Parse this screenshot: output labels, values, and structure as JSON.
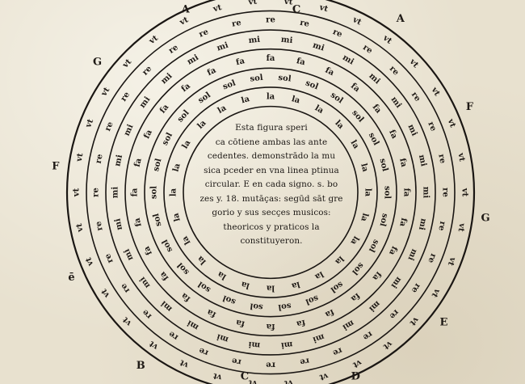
{
  "center_text": {
    "lines": [
      "Esta figura speri",
      "ca cōtiene ambas las ante",
      "cedentes. demonstrādo la mu",
      "sica pceder en vna linea ptinua",
      "circular. E en cada signo. s. bo",
      "zes y. 18. mutāças: segūd sāt gre",
      "gorio y sus secçes musicos:",
      "theoricos y praticos la",
      "constituyeron."
    ]
  },
  "rings": [
    {
      "name": "ring-innermost",
      "syllables": [
        "la",
        "la",
        "la",
        "la",
        "la",
        "la",
        "la",
        "la",
        "la",
        "la",
        "la",
        "la",
        "la",
        "la",
        "la",
        "la",
        "la",
        "la",
        "la",
        "la",
        "la",
        "la",
        "la",
        "la"
      ]
    },
    {
      "name": "ring-2",
      "syllables": [
        "sol",
        "sol",
        "sol",
        "sol",
        "sol",
        "sol",
        "sol",
        "sol",
        "sol",
        "sol",
        "sol",
        "sol",
        "sol",
        "sol",
        "sol",
        "sol",
        "sol",
        "sol",
        "sol",
        "sol",
        "sol",
        "sol",
        "sol",
        "sol",
        "sol",
        "sol"
      ]
    },
    {
      "name": "ring-3",
      "syllables": [
        "fa",
        "fa",
        "fa",
        "fa",
        "fa",
        "fa",
        "fa",
        "fa",
        "fa",
        "fa",
        "fa",
        "fa",
        "fa",
        "fa",
        "fa",
        "fa",
        "fa",
        "fa",
        "fa",
        "fa",
        "fa",
        "fa",
        "fa",
        "fa",
        "fa",
        "fa",
        "fa",
        "fa"
      ]
    },
    {
      "name": "ring-4",
      "syllables": [
        "mi",
        "mi",
        "mi",
        "mi",
        "mi",
        "mi",
        "mi",
        "mi",
        "mi",
        "mi",
        "mi",
        "mi",
        "mi",
        "mi",
        "mi",
        "mi",
        "mi",
        "mi",
        "mi",
        "mi",
        "mi",
        "mi",
        "mi",
        "mi",
        "mi",
        "mi",
        "mi",
        "mi",
        "mi",
        "mi"
      ]
    },
    {
      "name": "ring-5",
      "syllables": [
        "re",
        "re",
        "re",
        "re",
        "re",
        "re",
        "re",
        "re",
        "re",
        "re",
        "re",
        "re",
        "re",
        "re",
        "re",
        "re",
        "re",
        "re",
        "re",
        "re",
        "re",
        "re",
        "re",
        "re",
        "re",
        "re",
        "re",
        "re",
        "re",
        "re",
        "re",
        "re"
      ]
    },
    {
      "name": "ring-6",
      "syllables": [
        "vt",
        "vt",
        "vt",
        "vt",
        "vt",
        "vt",
        "vt",
        "vt",
        "vt",
        "vt",
        "vt",
        "vt",
        "vt",
        "vt",
        "vt",
        "vt",
        "vt",
        "vt",
        "vt",
        "vt",
        "vt",
        "vt",
        "vt",
        "vt",
        "vt",
        "vt",
        "vt",
        "vt",
        "vt",
        "vt",
        "vt",
        "vt",
        "vt",
        "vt"
      ]
    }
  ],
  "outer_labels": [
    "C",
    "A",
    "F",
    "G",
    "E",
    "D",
    "C",
    "B",
    "ē",
    "F",
    "G",
    "A"
  ]
}
